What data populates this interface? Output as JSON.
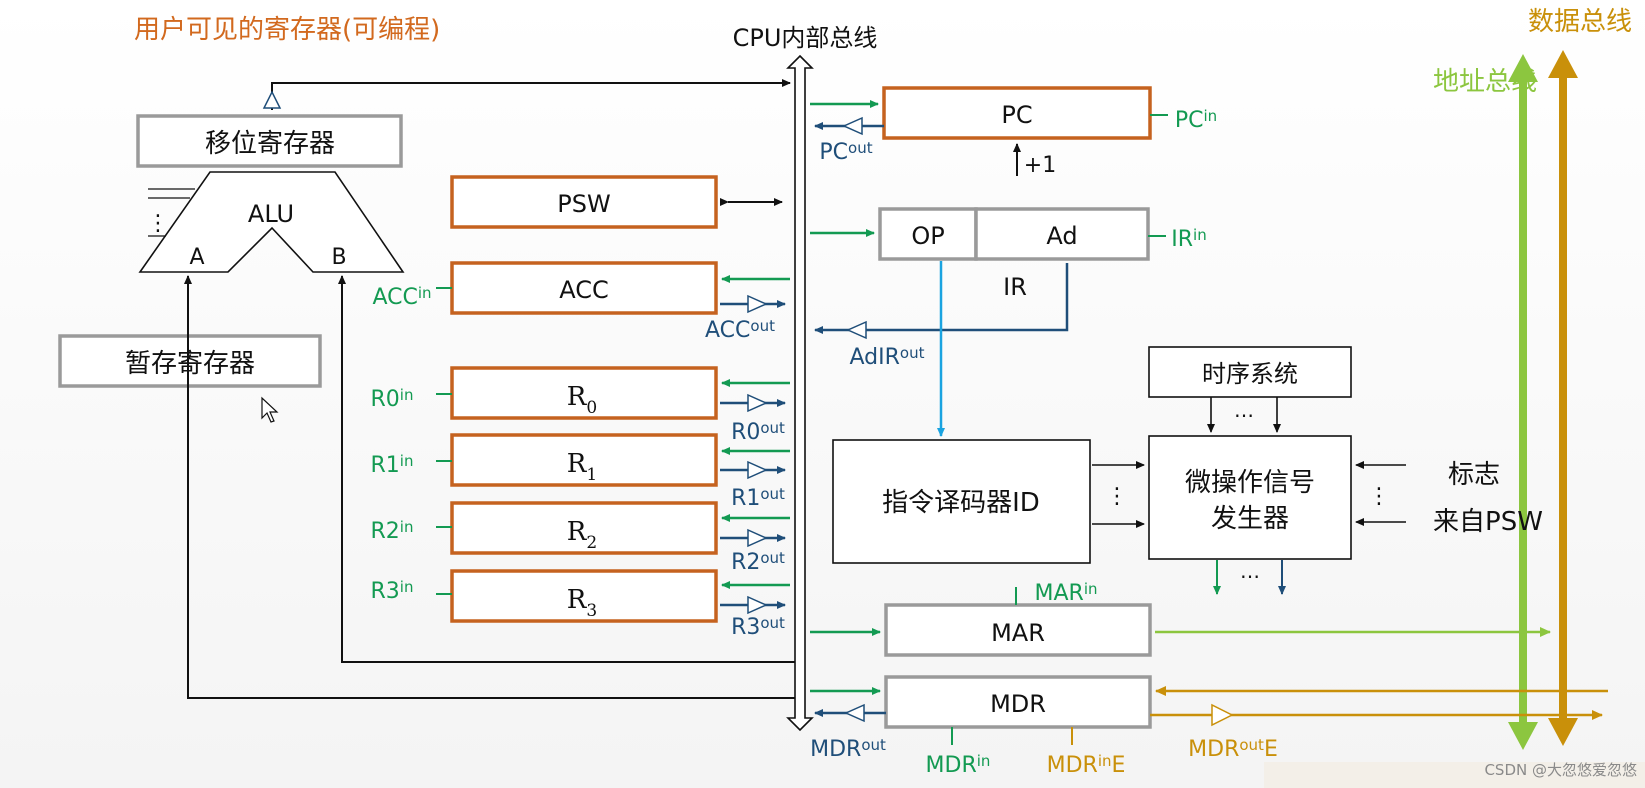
{
  "title": "用户可见的寄存器(可编程)",
  "bus": {
    "cpu_internal": "CPU内部总线",
    "data_bus": "数据总线",
    "address_bus": "地址总线"
  },
  "alu": {
    "label": "ALU",
    "input_a": "A",
    "input_b": "B",
    "shift_register": "移位寄存器",
    "temp_register": "暂存寄存器"
  },
  "registers": {
    "psw": "PSW",
    "acc": "ACC",
    "r_base": "R",
    "r_subs": [
      "0",
      "1",
      "2",
      "3"
    ],
    "pc": "PC",
    "pc_increment": "+1",
    "ir_op": "OP",
    "ir_ad": "Ad",
    "ir": "IR",
    "mar": "MAR",
    "mdr": "MDR"
  },
  "control": {
    "id": "指令译码器ID",
    "timing": "时序系统",
    "micro_gen_line1": "微操作信号",
    "micro_gen_line2": "发生器",
    "flags_line1": "标志",
    "flags_line2": "来自PSW",
    "ellipsis": "…",
    "vdots": "⋮"
  },
  "signals": {
    "acc_in": {
      "base": "ACC",
      "sub": "in"
    },
    "acc_out": {
      "base": "ACC",
      "sub": "out"
    },
    "r0_in": {
      "base": "R0",
      "sub": "in"
    },
    "r0_out": {
      "base": "R0",
      "sub": "out"
    },
    "r1_in": {
      "base": "R1",
      "sub": "in"
    },
    "r1_out": {
      "base": "R1",
      "sub": "out"
    },
    "r2_in": {
      "base": "R2",
      "sub": "in"
    },
    "r2_out": {
      "base": "R2",
      "sub": "out"
    },
    "r3_in": {
      "base": "R3",
      "sub": "in"
    },
    "r3_out": {
      "base": "R3",
      "sub": "out"
    },
    "pc_in": {
      "base": "PC",
      "sub": "in"
    },
    "pc_out": {
      "base": "PC",
      "sub": "out"
    },
    "ir_in": {
      "base": "IR",
      "sub": "in"
    },
    "adir_out": {
      "base": "AdIR",
      "sub": "out"
    },
    "mar_in": {
      "base": "MAR",
      "sub": "in"
    },
    "mdr_in": {
      "base": "MDR",
      "sub": "in"
    },
    "mdr_out": {
      "base": "MDR",
      "sub": "out"
    },
    "mdr_in_e": {
      "base": "MDR",
      "sub": "in",
      "suffix": "E"
    },
    "mdr_out_e": {
      "base": "MDR",
      "sub": "out",
      "suffix": "E"
    }
  },
  "watermark": "CSDN @大忽悠爱忽悠",
  "colors": {
    "title": "#d2691e",
    "reg_border": "#c5621f",
    "gray_border": "#9a9a9a",
    "green": "#139a52",
    "navy": "#1f4e79",
    "cyan": "#1aa3e0",
    "addr_bus": "#8cc63f",
    "data_bus": "#c9900a",
    "black": "#111111"
  }
}
